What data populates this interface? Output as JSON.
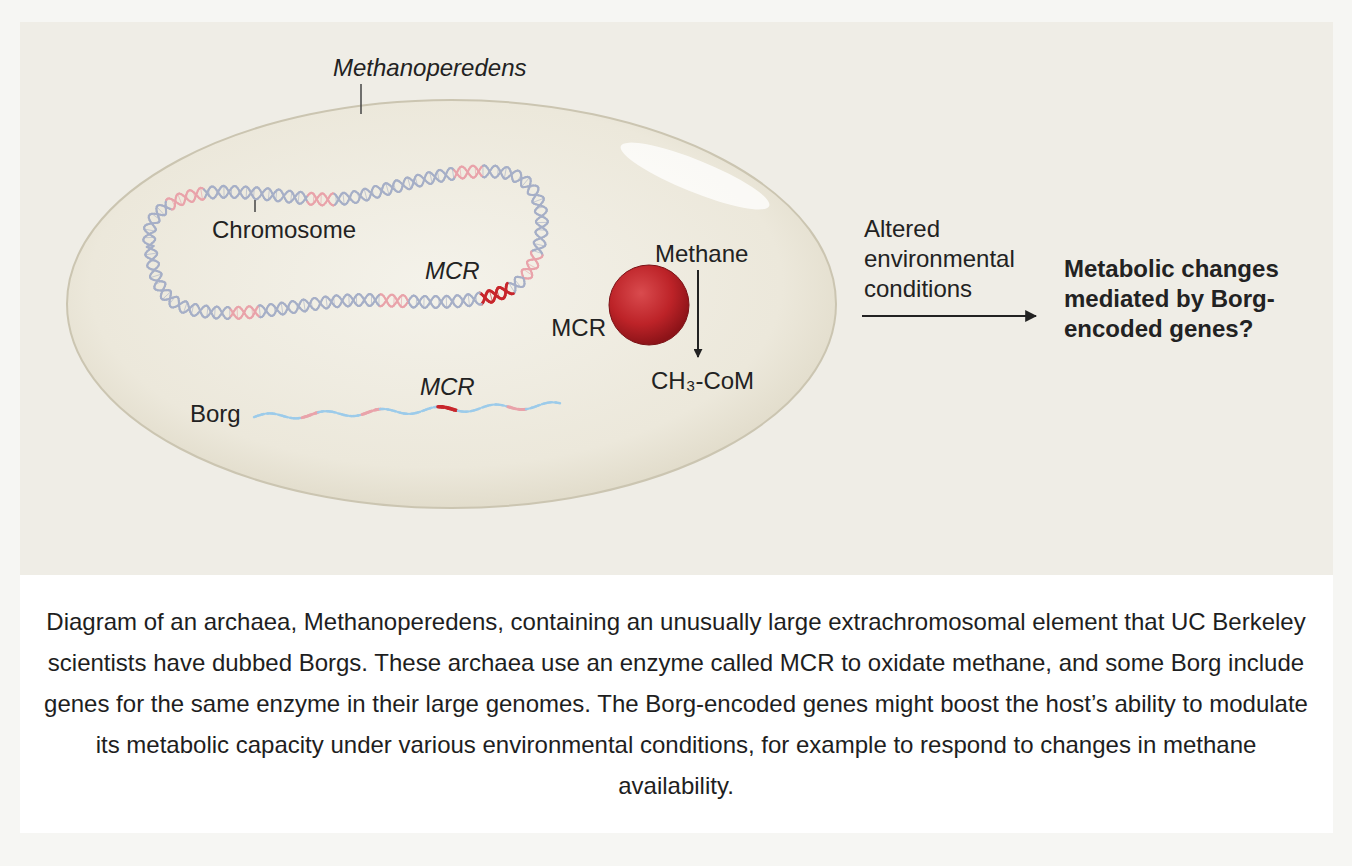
{
  "diagram": {
    "caption": "Diagram of an archaea, Methanoperedens, containing an unusually large extrachromosomal element that UC Berkeley scientists have dubbed Borgs. These archaea use an enzyme called MCR to oxidate methane, and some Borg include genes for the same enzyme in their large genomes. The Borg-encoded genes might boost the host’s ability to modulate its metabolic capacity under various environmental conditions, for example to respond to changes in methane availability.",
    "nodes": [
      {
        "text": [
          "Methanoperedens"
        ]
      },
      {
        "text": [
          "MCR"
        ],
        "in": 0
      }
    ],
    "labels": [
      "Chromosome",
      "MCR",
      "Borg",
      "MCR",
      "Methane",
      "CH₃-CoM",
      "Altered environmental conditions",
      "Metabolic changes mediated by Borg-encoded genes?"
    ]
  }
}
